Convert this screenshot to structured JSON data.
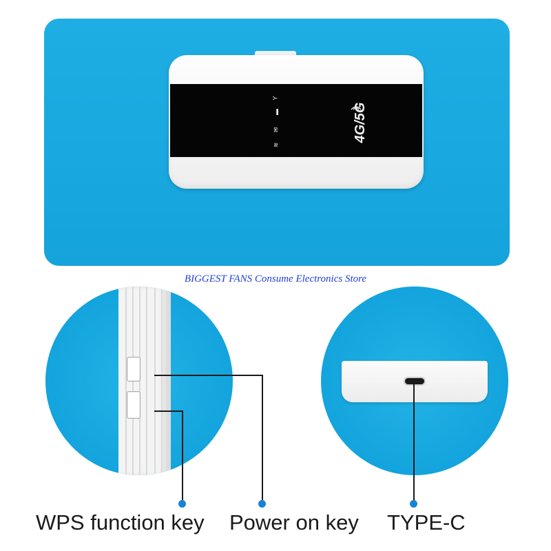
{
  "store_banner": "BIGGEST FANS Consume Electronics Store",
  "device_logo": "4G/5G",
  "labels": {
    "wps": "WPS function key",
    "power": "Power on key",
    "typec": "TYPE-C"
  },
  "colors": {
    "panel_blue": "#15a3dc",
    "dot_blue": "#1683d6",
    "banner_blue": "#1f3fd6"
  }
}
